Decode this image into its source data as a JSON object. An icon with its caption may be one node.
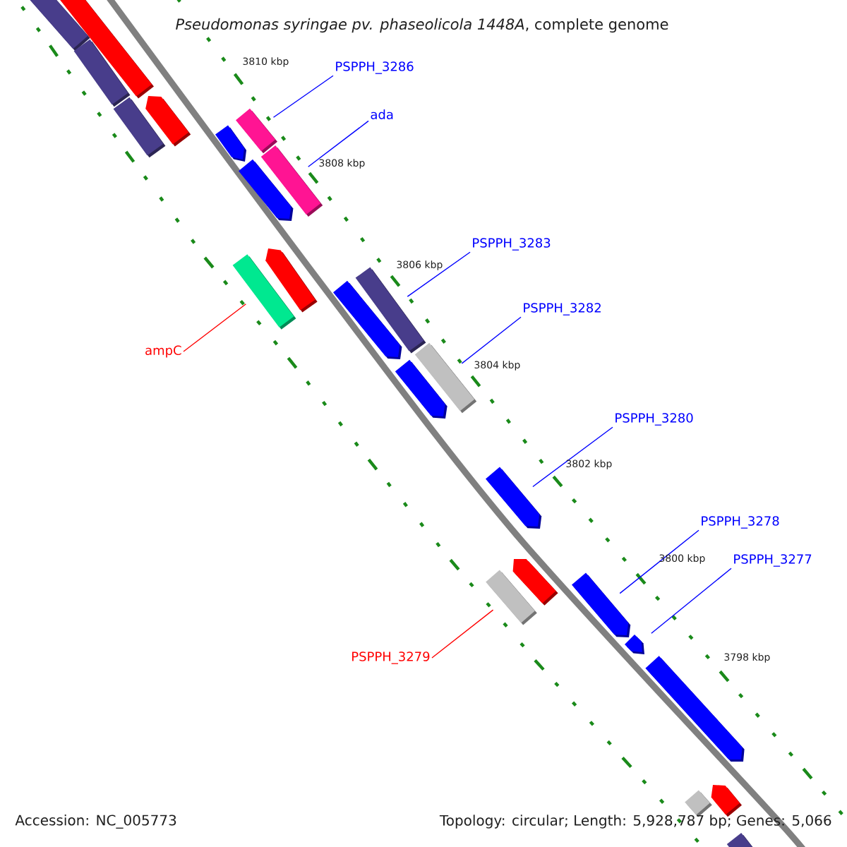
{
  "diagram": {
    "title": "*Pseudomonas syringae pv. phaseolicola 1448A*, complete genome",
    "nodes": [
      {
        "text": [
          "PSPPH_3286"
        ]
      },
      {
        "text": [
          "ada"
        ]
      },
      {
        "text": [
          "PSPPH_3283"
        ]
      },
      {
        "text": [
          "PSPPH_3282"
        ]
      },
      {
        "text": [
          "ampC"
        ]
      },
      {
        "text": [
          "PSPPH_3280"
        ]
      },
      {
        "text": [
          "PSPPH_3278"
        ]
      },
      {
        "text": [
          "PSPPH_3277"
        ]
      },
      {
        "text": [
          "PSPPH_3279"
        ]
      },
      {
        "text": [],
        "shape": "bar"
      },
      {
        "text": [],
        "shape": "bar"
      },
      {
        "text": [],
        "shape": "bar"
      },
      {
        "text": [],
        "shape": "arrow"
      },
      {
        "text": [],
        "shape": "bar"
      },
      {
        "text": [],
        "shape": "bar"
      },
      {
        "text": [],
        "shape": "arrow"
      },
      {
        "text": [],
        "shape": "bar"
      },
      {
        "text": [],
        "shape": "arrow"
      },
      {
        "text": [],
        "shape": "arrow"
      },
      {
        "text": [],
        "shape": "bar"
      },
      {
        "text": [],
        "shape": "bar"
      },
      {
        "text": [],
        "shape": "arrow"
      },
      {
        "text": [],
        "shape": "bar"
      },
      {
        "text": [],
        "shape": "arrow"
      },
      {
        "text": [],
        "shape": "arrow"
      },
      {
        "text": [],
        "shape": "arrow"
      },
      {
        "text": [],
        "shape": "bar"
      },
      {
        "text": [],
        "shape": "arrow"
      },
      {
        "text": [],
        "shape": "arrow"
      },
      {
        "text": [],
        "shape": "arrow"
      },
      {
        "text": [],
        "shape": "arrow"
      },
      {
        "text": [],
        "shape": "bar"
      },
      {
        "text": [],
        "shape": "bar"
      }
    ],
    "edges": [
      {
        "from": 0,
        "to": 14,
        "arrow": "none"
      },
      {
        "from": 1,
        "to": 16,
        "arrow": "none"
      },
      {
        "from": 2,
        "to": 20,
        "arrow": "none"
      },
      {
        "from": 3,
        "to": 22,
        "arrow": "none"
      },
      {
        "from": 4,
        "to": 19,
        "arrow": "none",
        "color": "#ff0000"
      },
      {
        "from": 5,
        "to": 24,
        "arrow": "none"
      },
      {
        "from": 6,
        "to": 27,
        "arrow": "none"
      },
      {
        "from": 7,
        "to": 28,
        "arrow": "none"
      },
      {
        "from": 8,
        "to": 26,
        "arrow": "none",
        "color": "#ff0000"
      }
    ],
    "labels": [
      "3810 kbp",
      "3808 kbp",
      "3806 kbp",
      "3804 kbp",
      "3802 kbp",
      "3800 kbp",
      "3798 kbp",
      "Accession: NC_005773",
      "Topology: circular; Length: 5,928,787 bp; Genes: 5,066"
    ]
  }
}
